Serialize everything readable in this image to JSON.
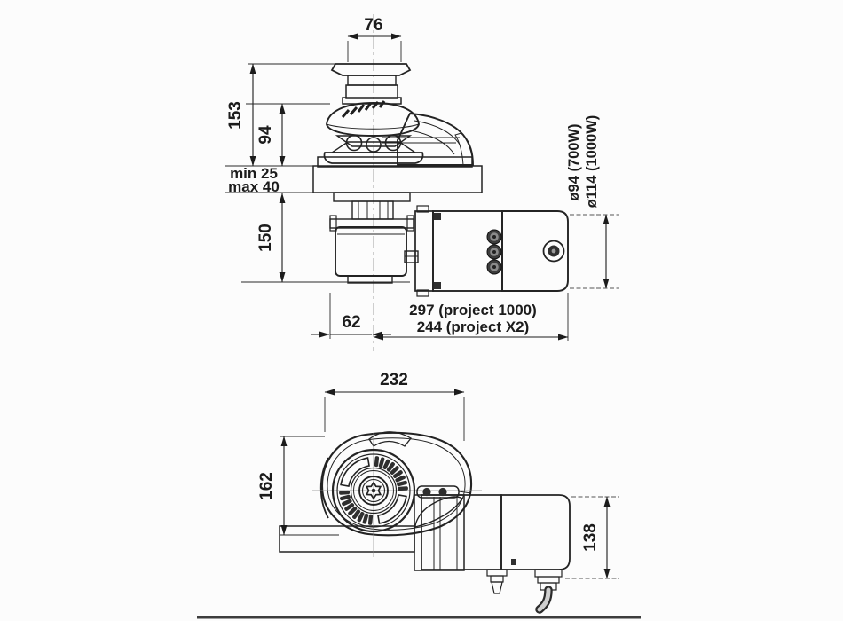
{
  "palette": {
    "background": "#fcfcfc",
    "line": "#222222",
    "deck_gray": "#979797",
    "part_light": "#ececec",
    "part_dark": "#b3b3b3",
    "footer_bar": "#3d3d3d"
  },
  "side_view": {
    "dimensions": {
      "drum_width": "76",
      "overall_height": "153",
      "gypsy_height": "94",
      "deck_thickness_min": "min 25",
      "deck_thickness_max": "max 40",
      "below_deck_height": "150",
      "motor_axis_offset": "62",
      "overall_length_line1": "297 (project 1000)",
      "overall_length_line2": "244 (project X2)",
      "motor_diameter_700w": "ø94 (700W)",
      "motor_diameter_1000w": "ø114 (1000W)"
    }
  },
  "plan_view": {
    "dimensions": {
      "overall_width": "232",
      "body_depth": "162",
      "motor_length": "138"
    }
  }
}
